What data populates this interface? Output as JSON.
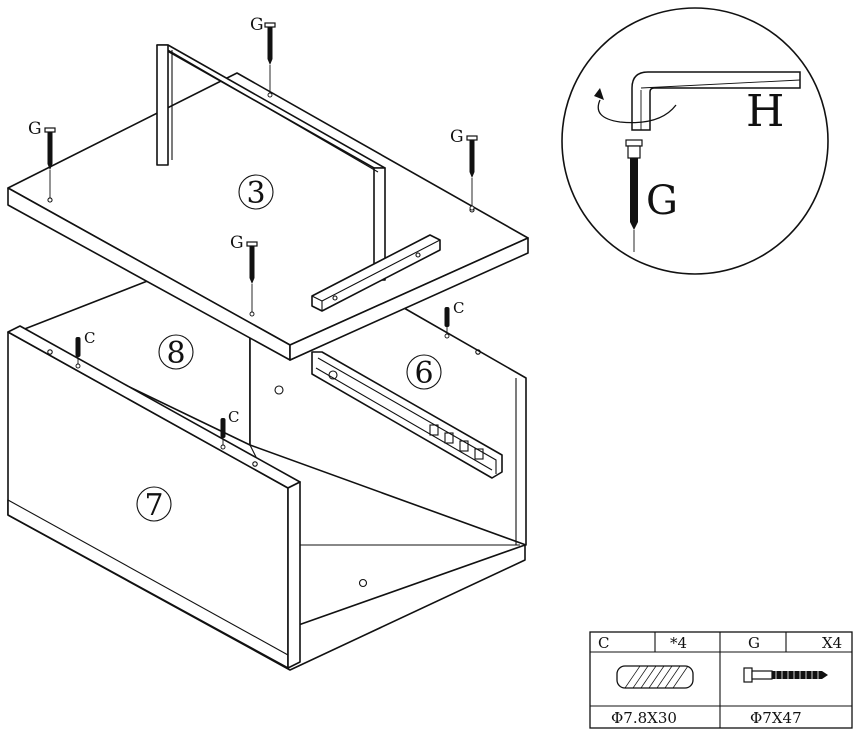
{
  "parts": {
    "top_panel": "3",
    "back_panel": "8",
    "side_panel": "6",
    "front_panel": "7"
  },
  "hardware_labels": {
    "screw": "G",
    "dowel": "C",
    "hex_key": "H"
  },
  "detail": {
    "key_label": "H",
    "screw_label": "G"
  },
  "table": {
    "dowel": {
      "code": "C",
      "qty": "*4",
      "size": "Φ7.8X30"
    },
    "screw": {
      "code": "G",
      "qty": "X4",
      "size": "Φ7X47"
    }
  },
  "colors": {
    "line": "#111111",
    "background": "#ffffff"
  }
}
